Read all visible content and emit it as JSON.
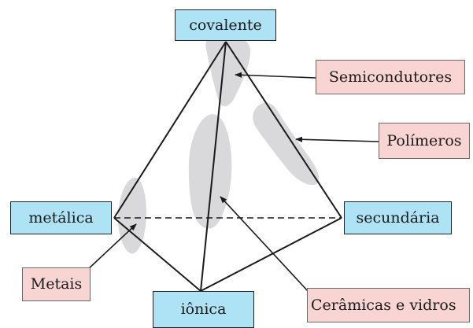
{
  "bond_types": {
    "covalente": "covalente",
    "metalica": "metálica",
    "secundaria": "secundária",
    "ionica": "iônica"
  },
  "materials": {
    "semicondutores": "Semicondutores",
    "polimeros": "Polímeros",
    "metais": "Metais",
    "ceramicas": "Cerâmicas e vidros"
  },
  "colors": {
    "bond_box_fill": "#aee3f5",
    "material_box_fill": "#f8d5d3",
    "region_fill": "#d9d9db",
    "edge_color": "#1a1a1a"
  }
}
